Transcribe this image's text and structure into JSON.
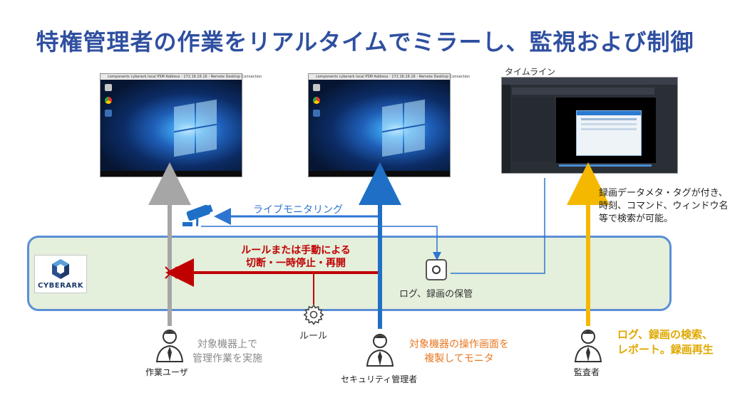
{
  "title": "特権管理者の作業をリアルタイムでミラーし、監視および制御",
  "screen_left": {
    "titlebar": "components cyberark local PSM Address - 172.16.16.16 - Remote Desktop Connection"
  },
  "screen_mid": {
    "titlebar": "components cyberark local PSM Address - 172.16.16.16 - Remote Desktop Connection"
  },
  "timeline": {
    "label": "タイムライン"
  },
  "live_monitoring": "ライブモニタリング",
  "block_rule": {
    "line1": "ルールまたは手動による",
    "line2": "切断・一時停止・再開"
  },
  "vault": {
    "label": "ログ、録画の保管"
  },
  "rule": {
    "label": "ルール"
  },
  "cyberark": {
    "logo_text": "CYBERARK"
  },
  "metadata_note": {
    "line1": "録画データメタ・タグが付き、",
    "line2": "時刻、コマンド、ウィンドウ名",
    "line3": "等で検索が可能。"
  },
  "user": {
    "role": "作業ユーザ",
    "caption_line1": "対象機器上で",
    "caption_line2": "管理作業を実施"
  },
  "admin": {
    "role": "セキュリティ管理者",
    "caption_line1": "対象機器の操作画面を",
    "caption_line2": "複製してモニタ"
  },
  "auditor": {
    "role": "監査者",
    "caption_line1": "ログ、録画の検索、",
    "caption_line2": "レポート。録画再生"
  },
  "colors": {
    "title": "#2f4fa0",
    "blue": "#1f6fc6",
    "red": "#c00000",
    "gray": "#a6a6a6",
    "yellow": "#f5b800",
    "band_border": "#5b8ed6",
    "band_fill": "#e4efdc"
  }
}
